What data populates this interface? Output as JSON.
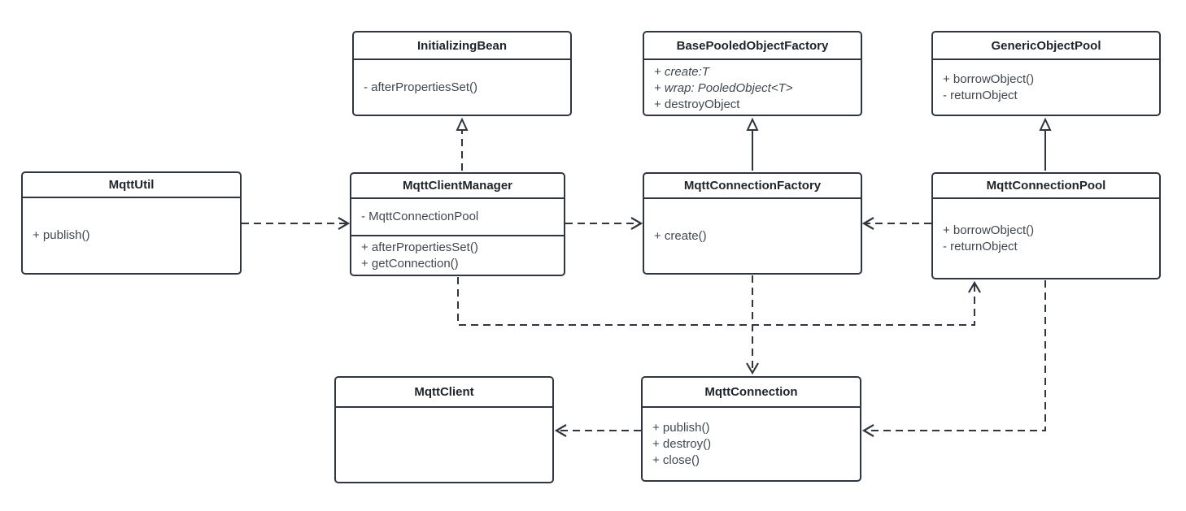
{
  "diagram": {
    "title": "MQTT connection pooling UML class diagram",
    "background_color": "#ffffff",
    "stroke_color": "#30363f"
  },
  "classes": {
    "initializing_bean": {
      "name": "InitializingBean",
      "members": [
        "- afterPropertiesSet()"
      ]
    },
    "base_pooled_object_factory": {
      "name": "BasePooledObjectFactory",
      "members": [
        "+ create:T",
        "+ wrap: PooledObject<T>",
        "+ destroyObject"
      ]
    },
    "generic_object_pool": {
      "name": "GenericObjectPool",
      "members": [
        "+ borrowObject()",
        "- returnObject"
      ]
    },
    "mqtt_util": {
      "name": "MqttUtil",
      "members": [
        "+ publish()"
      ]
    },
    "mqtt_client_manager": {
      "name": "MqttClientManager",
      "attributes": [
        "- MqttConnectionPool"
      ],
      "methods": [
        "+ afterPropertiesSet()",
        "+ getConnection()"
      ]
    },
    "mqtt_connection_factory": {
      "name": "MqttConnectionFactory",
      "members": [
        "+ create()"
      ]
    },
    "mqtt_connection_pool": {
      "name": "MqttConnectionPool",
      "members": [
        "+ borrowObject()",
        "- returnObject"
      ]
    },
    "mqtt_client": {
      "name": "MqttClient",
      "members": []
    },
    "mqtt_connection": {
      "name": "MqttConnection",
      "members": [
        "+ publish()",
        "+ destroy()",
        "+ close()"
      ]
    }
  },
  "relationships": [
    {
      "from": "MqttUtil",
      "to": "MqttClientManager",
      "type": "dependency",
      "line": "dashed",
      "head": "open"
    },
    {
      "from": "MqttClientManager",
      "to": "InitializingBean",
      "type": "realization",
      "line": "dashed",
      "head": "hollow-triangle"
    },
    {
      "from": "MqttClientManager",
      "to": "MqttConnectionFactory",
      "type": "dependency",
      "line": "dashed",
      "head": "open"
    },
    {
      "from": "MqttConnectionFactory",
      "to": "BasePooledObjectFactory",
      "type": "generalization",
      "line": "solid",
      "head": "hollow-triangle"
    },
    {
      "from": "MqttConnectionPool",
      "to": "GenericObjectPool",
      "type": "generalization",
      "line": "solid",
      "head": "hollow-triangle"
    },
    {
      "from": "MqttConnectionPool",
      "to": "MqttConnectionFactory",
      "type": "dependency",
      "line": "dashed",
      "head": "open"
    },
    {
      "from": "MqttClientManager",
      "to": "MqttConnectionPool",
      "type": "dependency",
      "line": "dashed",
      "head": "open"
    },
    {
      "from": "MqttConnectionFactory",
      "to": "MqttConnection",
      "type": "dependency",
      "line": "dashed",
      "head": "open"
    },
    {
      "from": "MqttConnection",
      "to": "MqttClient",
      "type": "dependency",
      "line": "dashed",
      "head": "open"
    },
    {
      "from": "MqttConnectionPool",
      "to": "MqttConnection",
      "type": "dependency",
      "line": "dashed",
      "head": "open"
    }
  ]
}
